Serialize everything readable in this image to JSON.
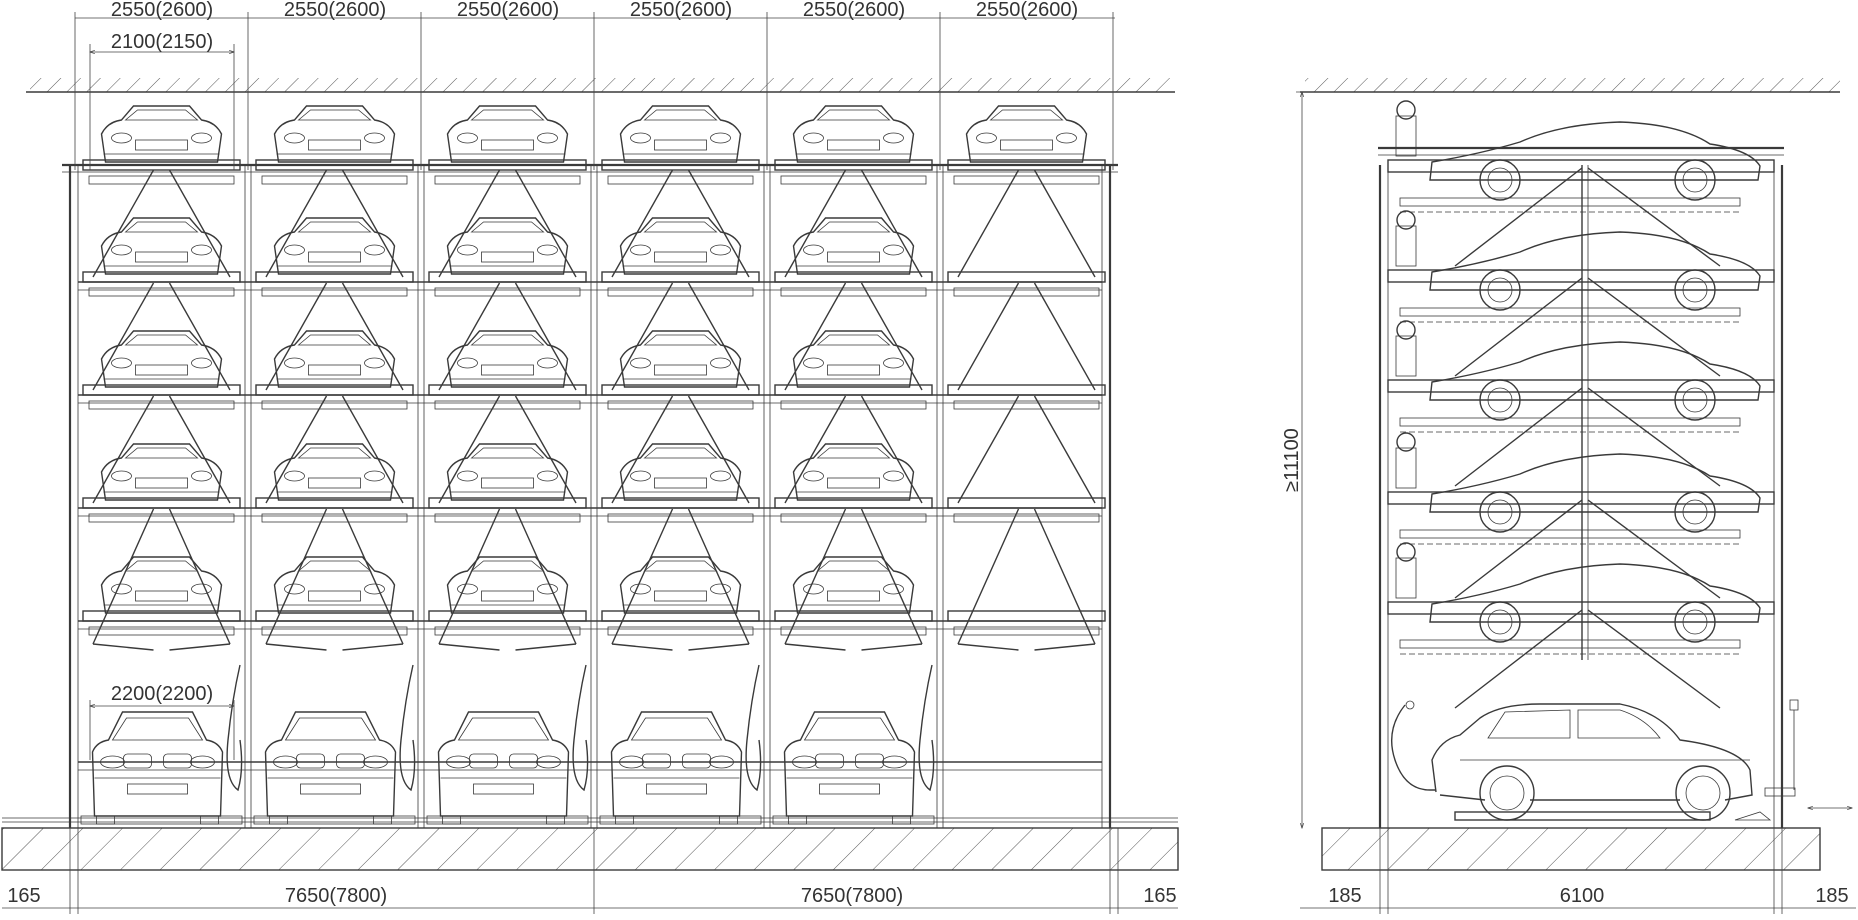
{
  "front_view": {
    "top_bay_widths": [
      "2550(2600)",
      "2550(2600)",
      "2550(2600)",
      "2550(2600)",
      "2550(2600)",
      "2550(2600)"
    ],
    "pallet_width": "2100(2150)",
    "ground_car_width": "2200(2200)",
    "bottom_left_offset": "165",
    "bottom_right_offset": "165",
    "bottom_spans": [
      "7650(7800)",
      "7650(7800)"
    ],
    "bays": 6,
    "upper_levels": 5,
    "ground_cars": 5
  },
  "side_view": {
    "height_label": "≥11100",
    "bottom_left_offset": "185",
    "bottom_span": "6100",
    "bottom_right_offset": "185",
    "upper_levels": 5
  },
  "colors": {
    "line": "#3a3a3a",
    "background": "#ffffff"
  }
}
